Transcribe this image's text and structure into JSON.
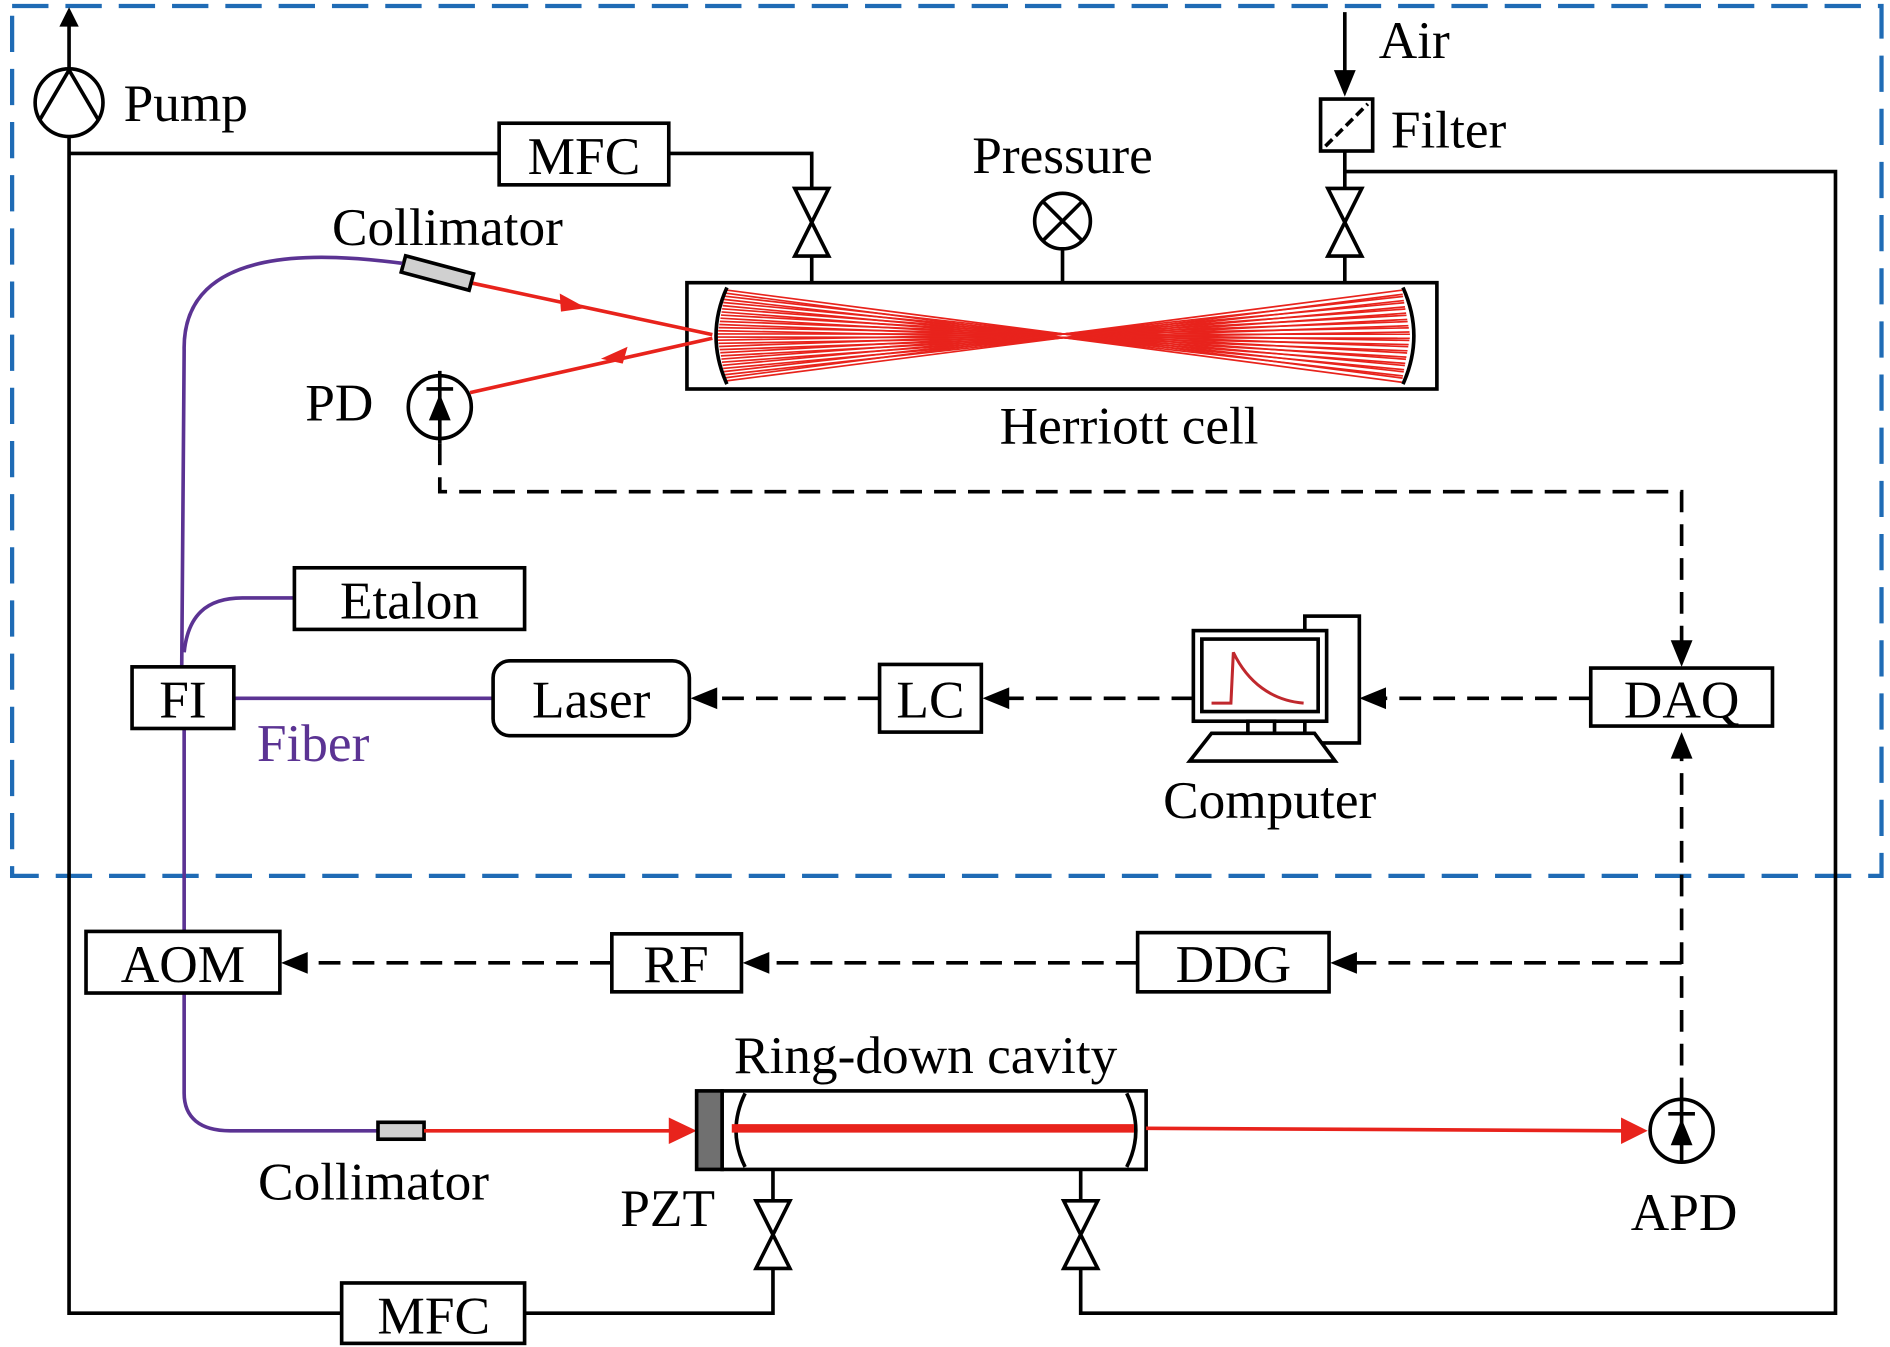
{
  "labels": {
    "pump": "Pump",
    "mfc_top": "MFC",
    "pressure": "Pressure",
    "air": "Air",
    "filter": "Filter",
    "collimator_top": "Collimator",
    "pd": "PD",
    "herriott_cell": "Herriott cell",
    "etalon": "Etalon",
    "fi": "FI",
    "laser": "Laser",
    "fiber": "Fiber",
    "lc": "LC",
    "computer": "Computer",
    "daq": "DAQ",
    "aom": "AOM",
    "rf": "RF",
    "ddg": "DDG",
    "ring_down_cavity": "Ring-down cavity",
    "collimator_bottom": "Collimator",
    "pzt": "PZT",
    "apd": "APD",
    "mfc_bottom": "MFC"
  },
  "colors": {
    "enclosure_dash": "#1f6bb5",
    "fiber": "#5b3393",
    "laser_beam": "#e8231c",
    "collimator_fill": "#d0d0d0",
    "pzt_fill": "#707070"
  }
}
